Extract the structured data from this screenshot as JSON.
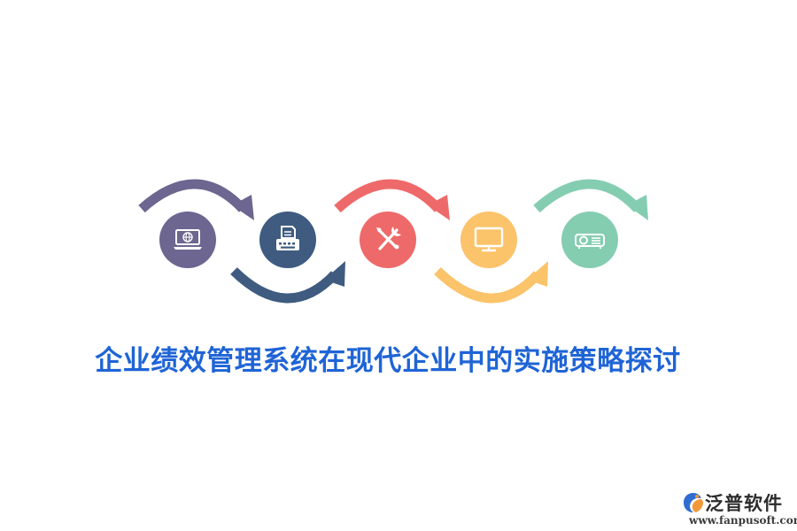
{
  "title": "企业绩效管理系统在现代企业中的实施策略探讨",
  "steps": [
    {
      "icon": "laptop-globe-icon",
      "color": "#6c6690"
    },
    {
      "icon": "typewriter-icon",
      "color": "#3f5b80"
    },
    {
      "icon": "tools-icon",
      "color": "#ee6a6a"
    },
    {
      "icon": "monitor-icon",
      "color": "#fbc36a"
    },
    {
      "icon": "projector-icon",
      "color": "#84cdb1"
    }
  ],
  "arrow_colors": [
    "#6c6690",
    "#3f5b80",
    "#ee6a6a",
    "#fbc36a",
    "#84cdb1"
  ],
  "logo": {
    "name": "泛普软件",
    "url": "www.fanpusoft.com"
  }
}
